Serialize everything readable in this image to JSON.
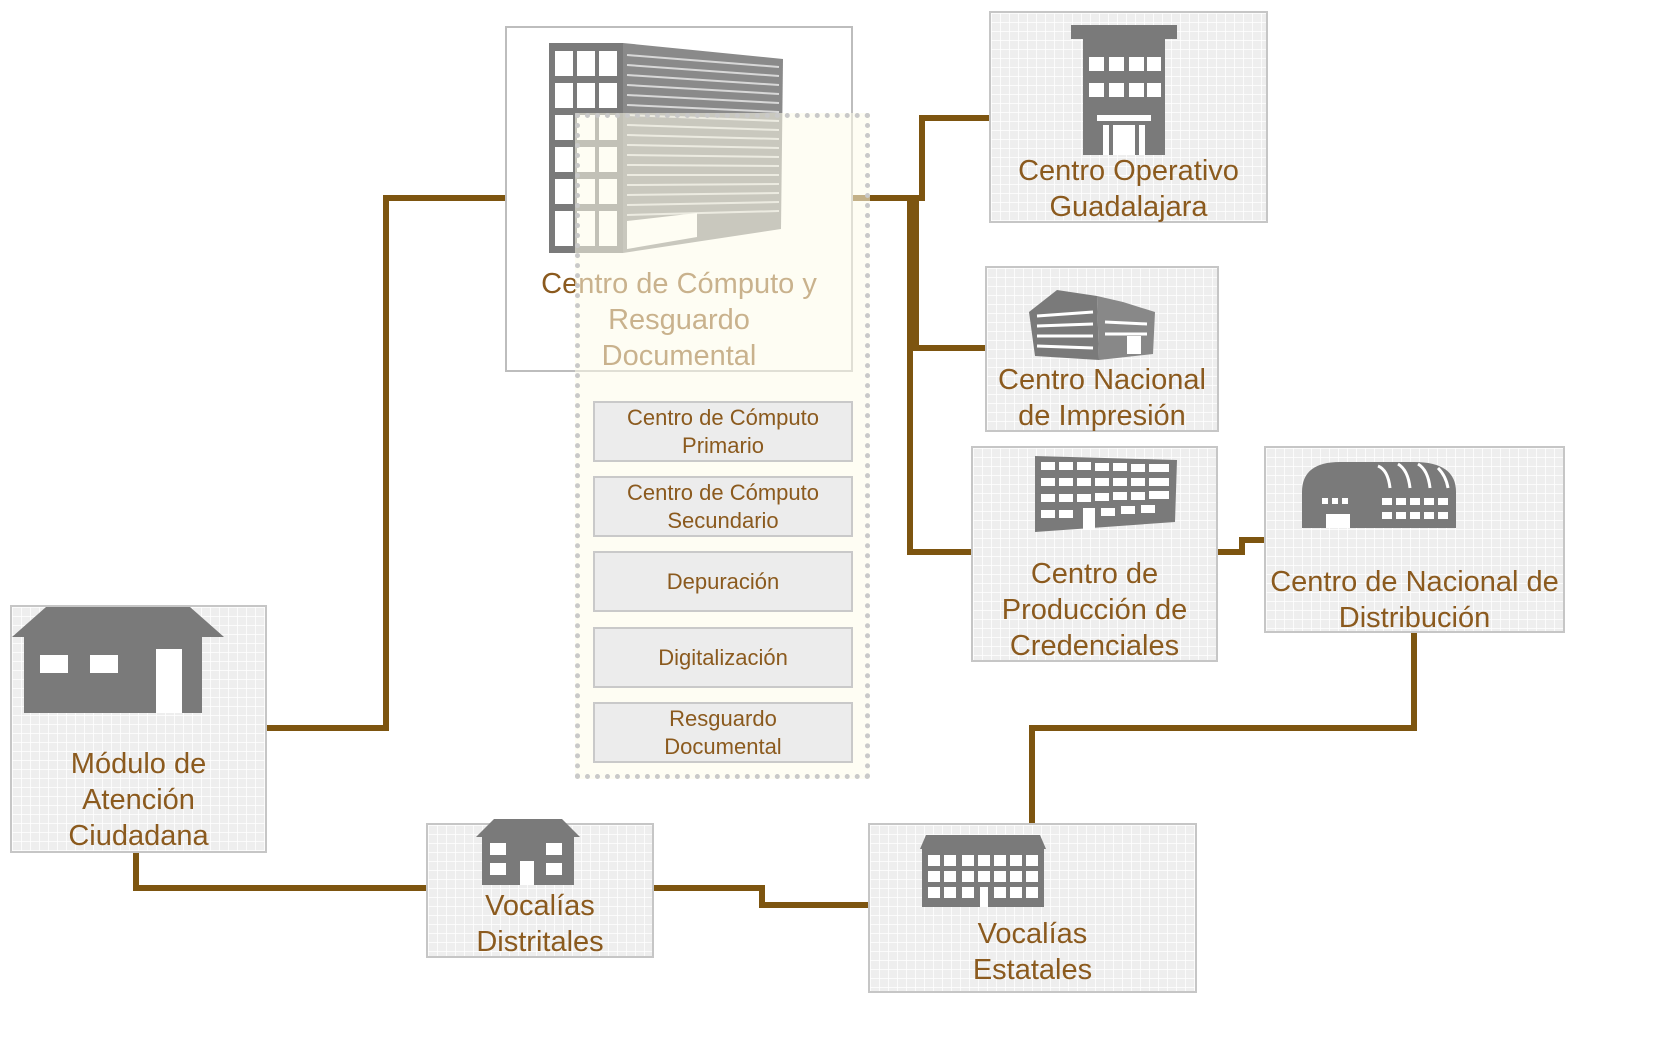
{
  "colors": {
    "connector": "#7d5510",
    "label_text": "#8b5a1e",
    "node_fill": "#eeeeee",
    "node_border": "#c6c6c6",
    "icon": "#7f7f7f"
  },
  "nodes": {
    "computo": {
      "lines": [
        "Centro de Cómputo y",
        "Resguardo",
        "Documental"
      ],
      "icon": "office-tower-icon"
    },
    "operativo": {
      "lines": [
        "Centro Operativo",
        "Guadalajara"
      ],
      "icon": "building-icon"
    },
    "impresion": {
      "lines": [
        "Centro Nacional",
        "de Impresión"
      ],
      "icon": "factory-icon"
    },
    "produccion": {
      "lines": [
        "Centro de",
        "Producción de",
        "Credenciales"
      ],
      "icon": "office-block-icon"
    },
    "distribucion": {
      "lines": [
        "Centro de Nacional de",
        "Distribución"
      ],
      "icon": "warehouse-icon"
    },
    "modulo": {
      "lines": [
        "Módulo de",
        "Atención",
        "Ciudadana"
      ],
      "icon": "house-icon"
    },
    "distritales": {
      "lines": [
        "Vocalías",
        "Distritales"
      ],
      "icon": "small-house-icon"
    },
    "estatales": {
      "lines": [
        "Vocalías",
        "Estatales"
      ],
      "icon": "state-building-icon"
    }
  },
  "computo_components": [
    {
      "lines": [
        "Centro de Cómputo",
        "Primario"
      ]
    },
    {
      "lines": [
        "Centro de Cómputo",
        "Secundario"
      ]
    },
    {
      "lines": [
        "Depuración"
      ]
    },
    {
      "lines": [
        "Digitalización"
      ]
    },
    {
      "lines": [
        "Resguardo",
        "Documental"
      ]
    }
  ]
}
